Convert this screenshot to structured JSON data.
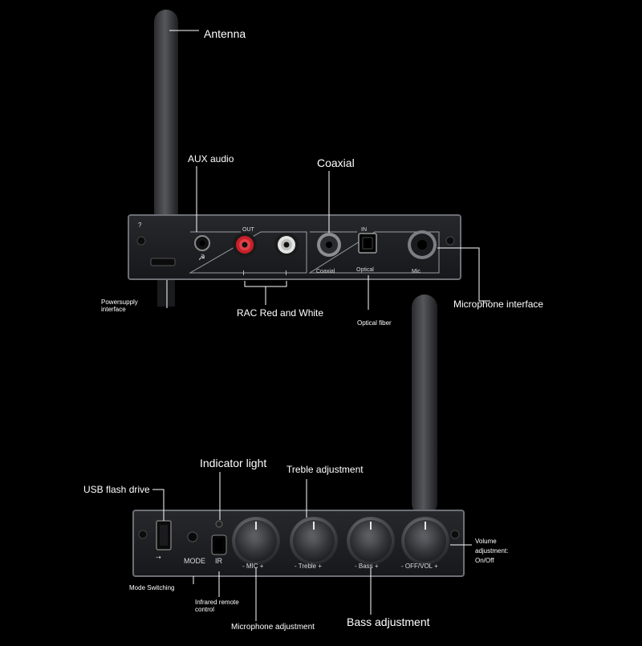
{
  "top_device": {
    "labels": {
      "antenna": "Antenna",
      "aux_audio": "AUX audio",
      "coaxial": "Coaxial",
      "power_supply": "Powersupply interface",
      "rca_red_white": "RAC Red and White",
      "optical_fiber": "Optical fiber",
      "microphone_interface": "Microphone interface"
    },
    "panel": {
      "out": "OUT",
      "in": "IN",
      "coaxial": "Coaxial",
      "optical": "Optical",
      "mic": "Mic",
      "question_mark": "?"
    }
  },
  "bottom_device": {
    "labels": {
      "usb_flash_drive": "USB flash drive",
      "indicator_light": "Indicator light",
      "treble_adjustment": "Treble adjustment",
      "volume_adjustment": "Volume adjustment: On/Off",
      "mode_switching": "Mode Switching",
      "infrared_remote_control": "Infrared remote control",
      "microphone_adjustment": "Microphone adjustment",
      "bass_adjustment": "Bass adjustment"
    },
    "panel": {
      "mode": "MODE",
      "ir": "IR",
      "mic_knob": "- MIC +",
      "treble_knob": "- Treble +",
      "bass_knob": "- Bass +",
      "vol_knob": "- OFF/VOL +"
    }
  },
  "colors": {
    "background": "#000000",
    "panel": "#1c1e22",
    "panel_edge": "#6c6f75",
    "rca_red": "#c8202a",
    "rca_white": "#e4e4e4",
    "label_text": "#ffffff"
  },
  "icons": [
    "headphone-icon",
    "usb-icon"
  ]
}
